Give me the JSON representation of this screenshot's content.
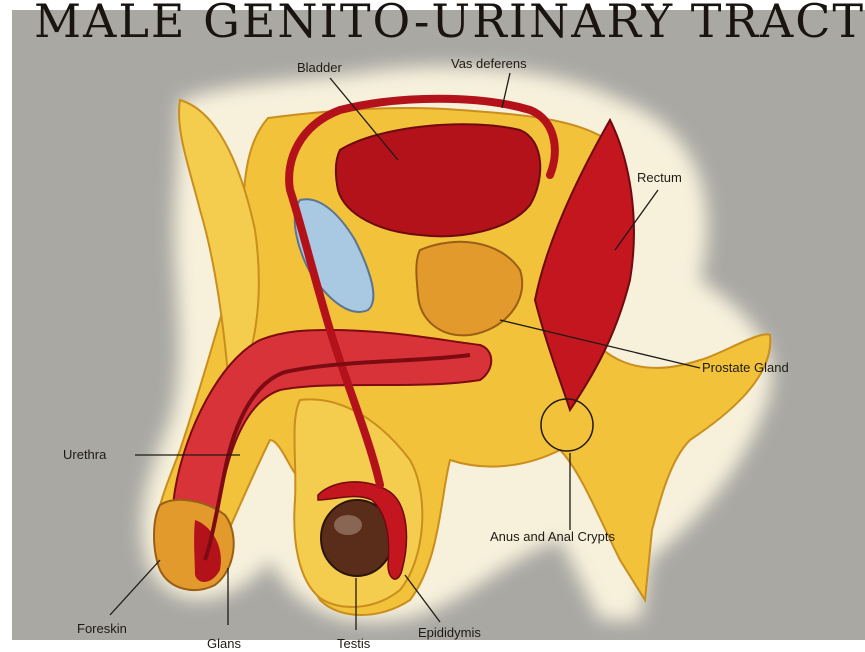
{
  "title": "MALE GENITO-URINARY TRACT",
  "labels": {
    "bladder": "Bladder",
    "vas_deferens": "Vas deferens",
    "rectum": "Rectum",
    "prostate": "Prostate Gland",
    "urethra": "Urethra",
    "anus": "Anus and Anal Crypts",
    "foreskin": "Foreskin",
    "glans": "Glans",
    "testis": "Testis",
    "epididymis": "Epididymis"
  },
  "colors": {
    "background": "#a9a8a3",
    "tissue_yellow": "#f2c23a",
    "tissue_orange": "#e39a2c",
    "organ_red": "#b3121b",
    "dark_red": "#7d0b12",
    "pubic_bone": "#a9c9e2",
    "halo": "#f7f1dc"
  }
}
